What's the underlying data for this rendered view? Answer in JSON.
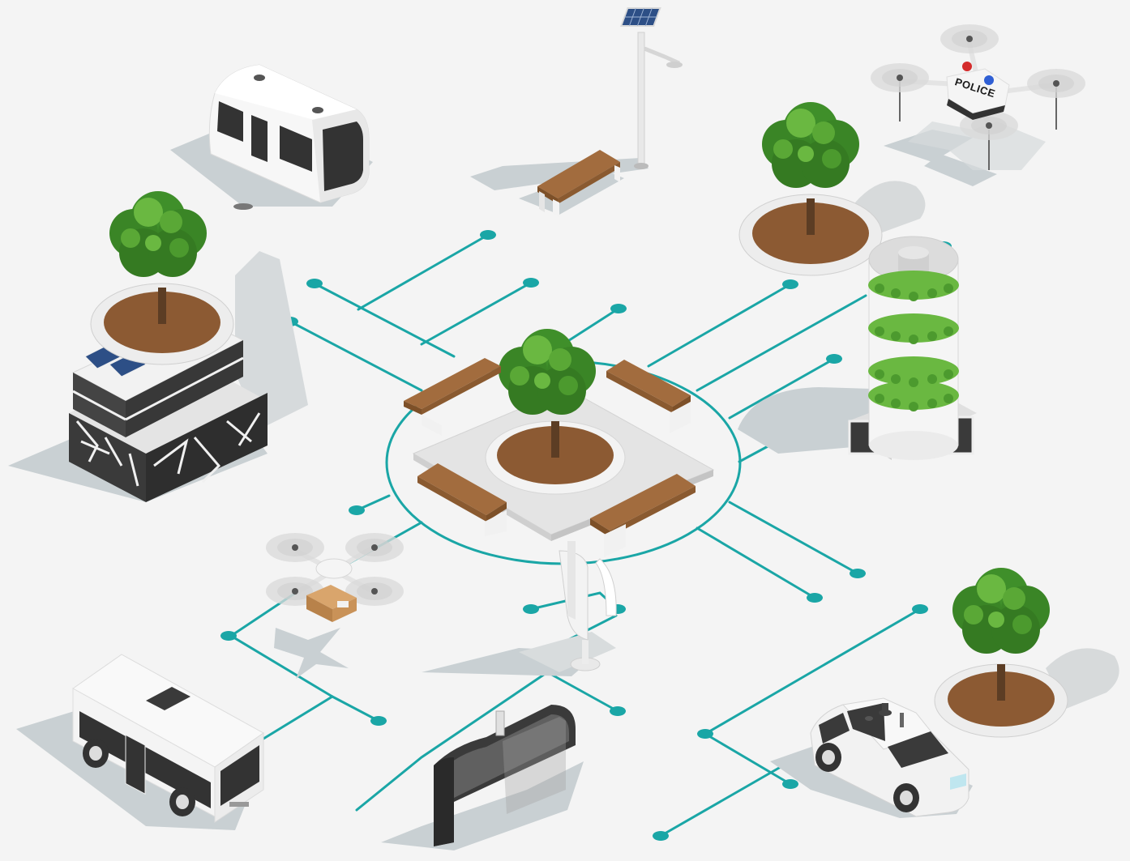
{
  "colors": {
    "background": "#f4f4f4",
    "network_line": "#1aa6a6",
    "shadow": "#c9d0d3",
    "foliage": "#3f8f2a",
    "foliage_light": "#6ab841",
    "soil": "#8c5a33",
    "wood": "#a26c3e",
    "solar_panel": "#2d4f86",
    "dark_glass": "#333333"
  },
  "drone_police": {
    "label": "POLICE",
    "icon": "police-drone-icon"
  },
  "scene_items": [
    {
      "name": "autonomous-shuttle",
      "icon": "shuttle-icon"
    },
    {
      "name": "solar-street-lamp",
      "icon": "solar-lamp-icon"
    },
    {
      "name": "park-bench",
      "icon": "bench-icon"
    },
    {
      "name": "green-roof-building",
      "icon": "building-icon"
    },
    {
      "name": "central-plaza",
      "icon": "plaza-icon"
    },
    {
      "name": "vertical-farm-tower",
      "icon": "vertical-farm-icon"
    },
    {
      "name": "delivery-drone",
      "icon": "delivery-drone-icon"
    },
    {
      "name": "wind-turbine",
      "icon": "wind-turbine-icon"
    },
    {
      "name": "electric-bus",
      "icon": "bus-icon"
    },
    {
      "name": "bus-shelter",
      "icon": "shelter-icon"
    },
    {
      "name": "autonomous-car",
      "icon": "car-icon"
    },
    {
      "name": "planted-trees",
      "icon": "tree-icon"
    }
  ]
}
